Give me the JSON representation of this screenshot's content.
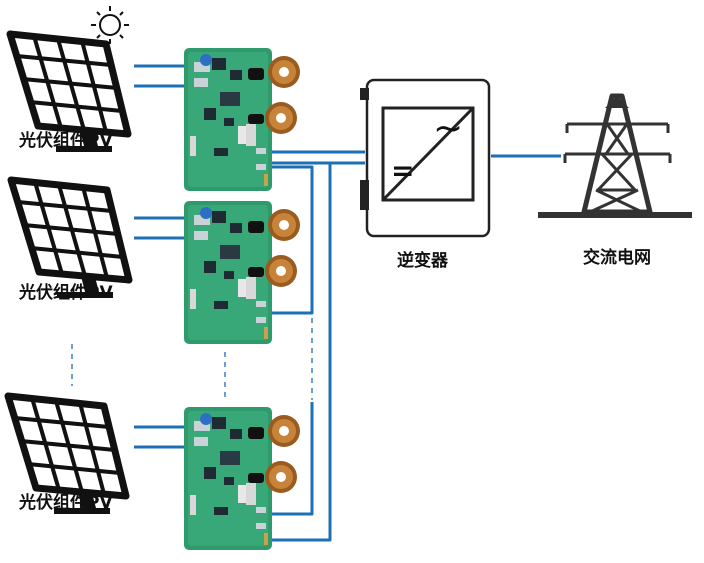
{
  "labels": {
    "pv_module_1": "光伏组件PV",
    "pv_module_2": "光伏组件PV",
    "pv_module_3": "光伏组件PV",
    "inverter": "逆变器",
    "ac_grid": "交流电网"
  },
  "inverter_symbol": {
    "dc": "=",
    "ac": "~"
  },
  "colors": {
    "wire": "#1f6fb5",
    "pcb": "#2f9a6c",
    "frame": "#222222",
    "dashed": "#3a7fc4"
  },
  "icons": [
    "sun-icon",
    "solar-panel-icon",
    "optimizer-board-icon",
    "inverter-icon",
    "transmission-tower-icon"
  ]
}
